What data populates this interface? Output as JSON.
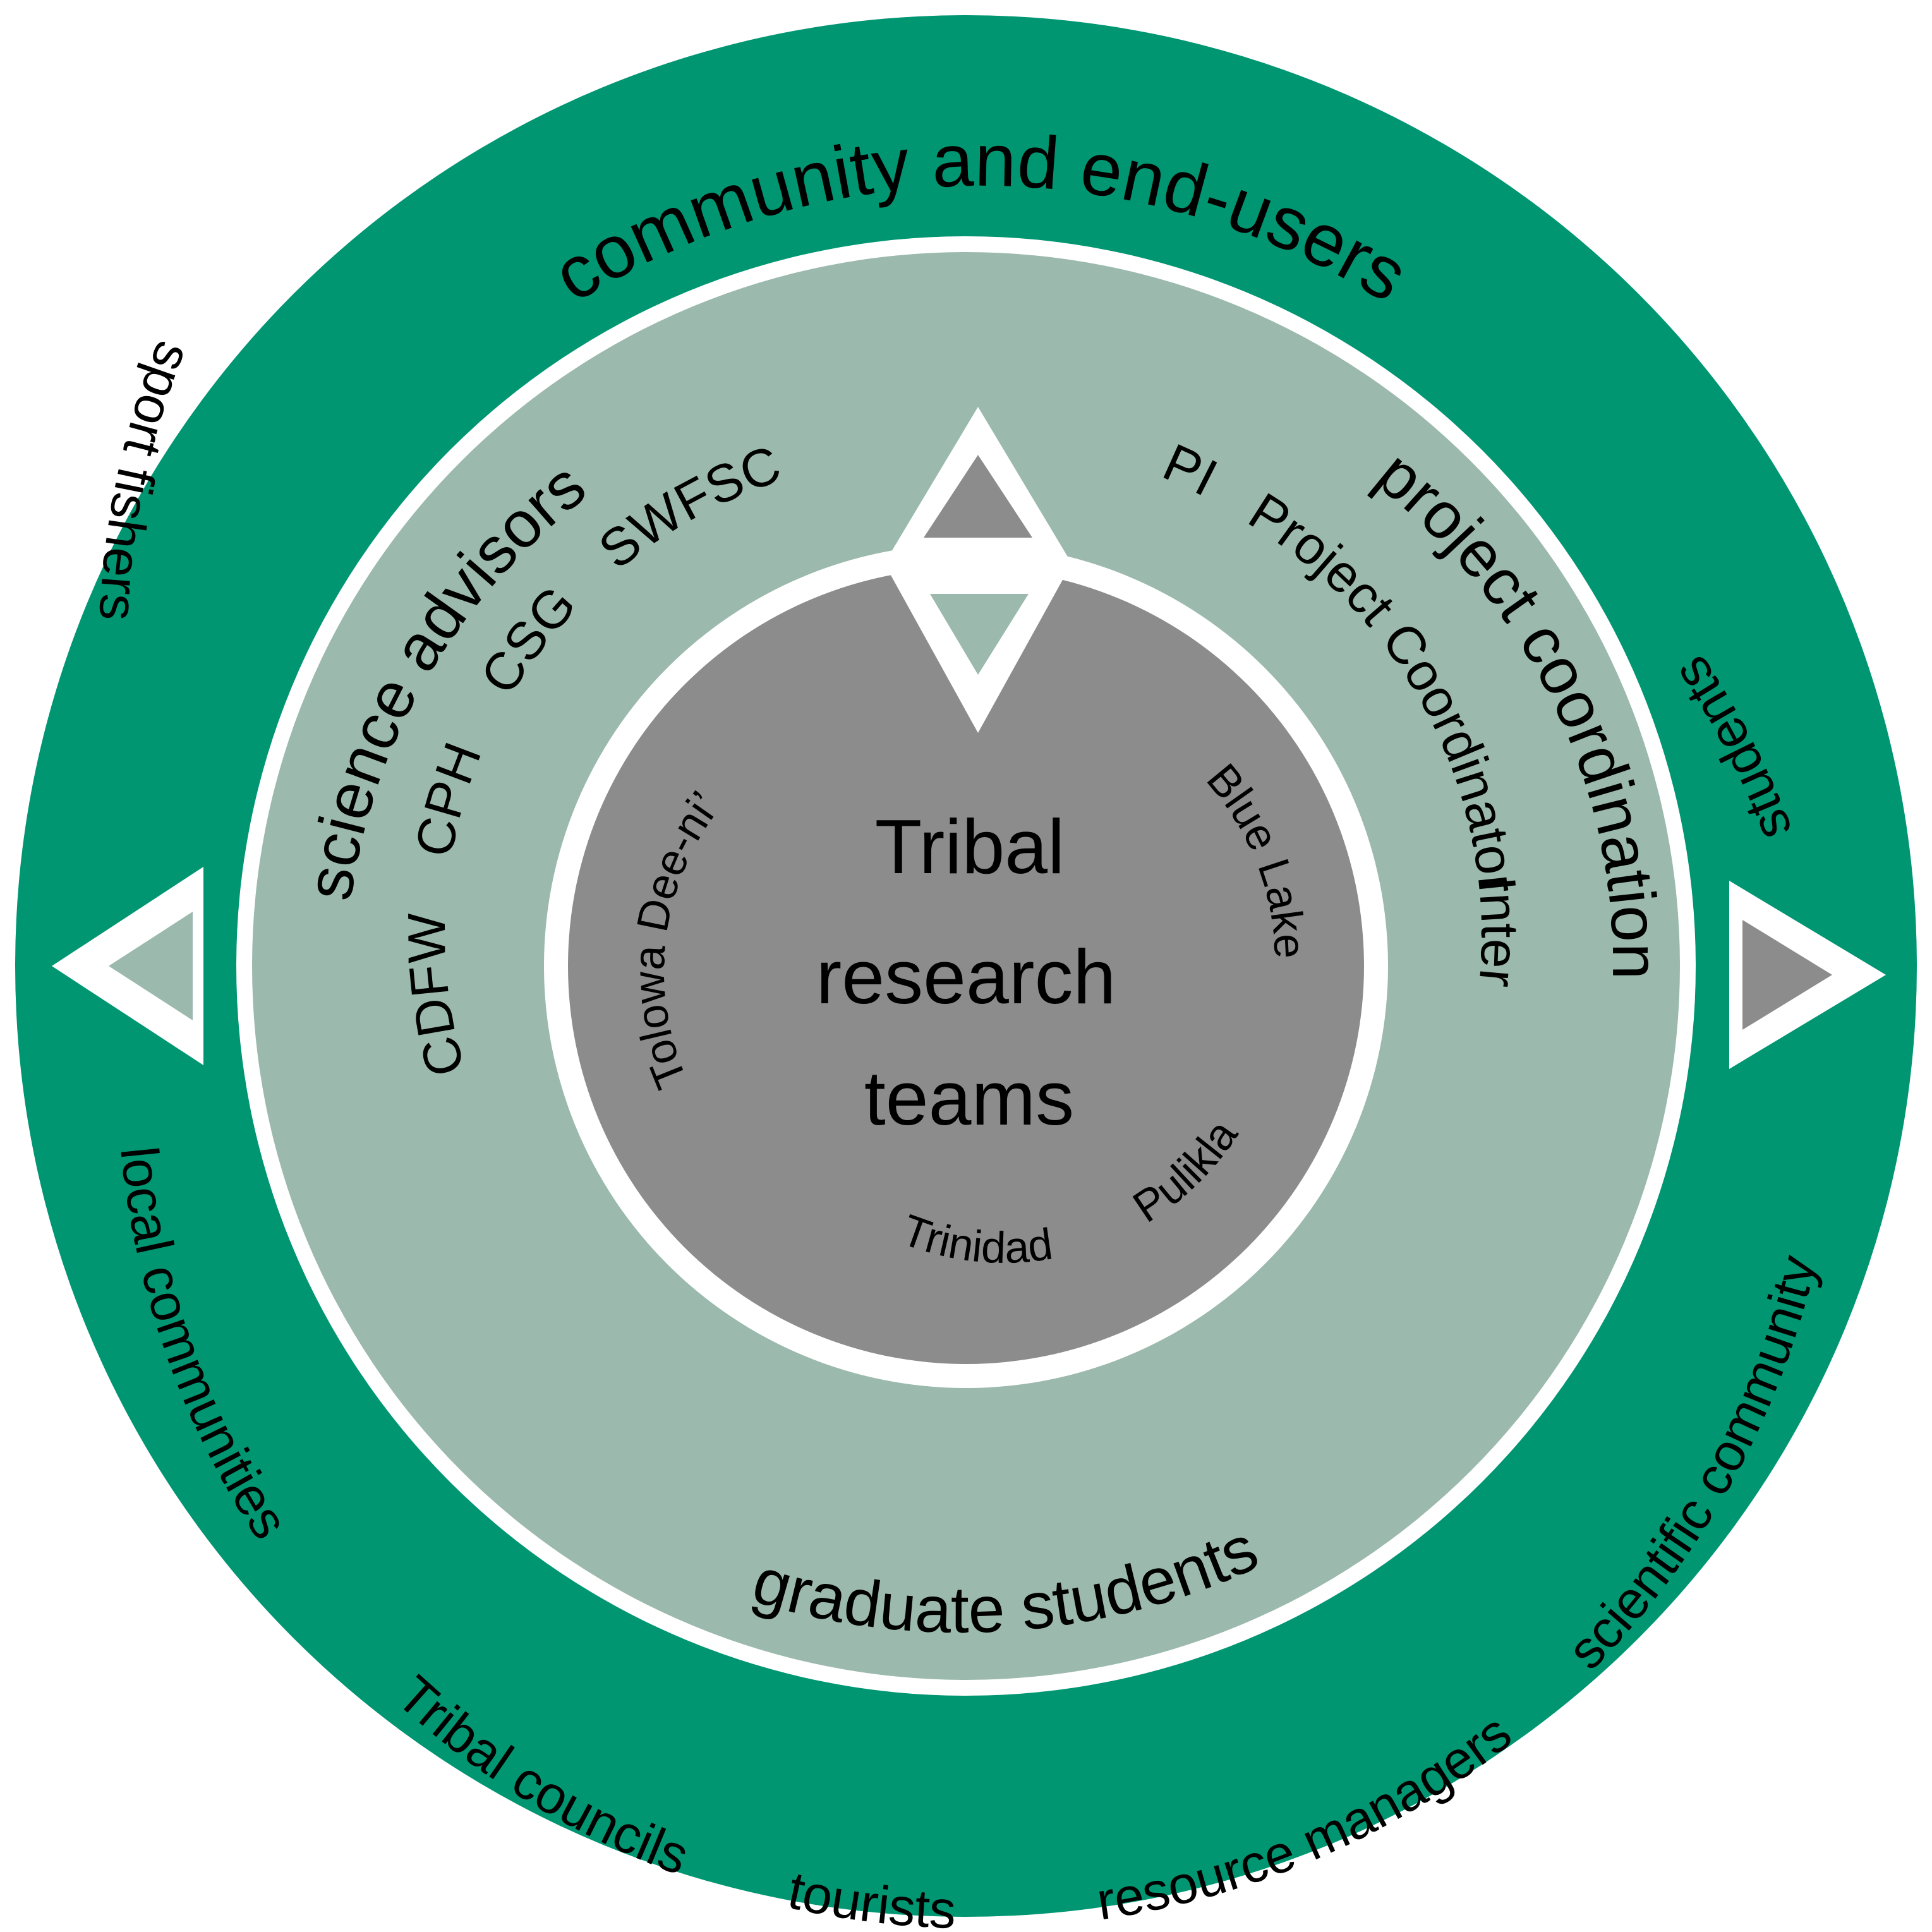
{
  "colors": {
    "outer_ring": "#009672",
    "middle_ring": "#9bb9ad",
    "core": "#8c8c8c",
    "separator": "#ffffff"
  },
  "outer_ring": {
    "title": "community and end-users",
    "members": {
      "sport_fishers": "sport fishers",
      "students": "students",
      "local_communities": "local communities",
      "tribal_councils": "Tribal councils",
      "tourists": "tourists",
      "resource_managers": "resource managers",
      "scientific_community": "scientific community"
    }
  },
  "middle_ring": {
    "science_advisors": {
      "title": "science advisors",
      "members": {
        "cdfw": "CDFW",
        "cph": "CPH",
        "csg": "CSG",
        "swfsc": "SWFSC"
      }
    },
    "project_coordination": {
      "title": "project coordination",
      "members": {
        "pi": "PI",
        "project_coordinator": "Project Coordinator",
        "intern": "Intern"
      }
    },
    "graduate_students": {
      "title": "graduate students"
    }
  },
  "core": {
    "title_lines": [
      "Tribal",
      "research",
      "teams"
    ],
    "teams": {
      "tolowa": "Tolowa Dee-ni’",
      "blue_lake": "Blue Lake",
      "pulikla": "Pulikla",
      "trinidad": "Trinidad"
    }
  },
  "icons": [
    "up-triangle-icon",
    "down-triangle-icon",
    "left-triangle-icon",
    "right-triangle-icon"
  ]
}
